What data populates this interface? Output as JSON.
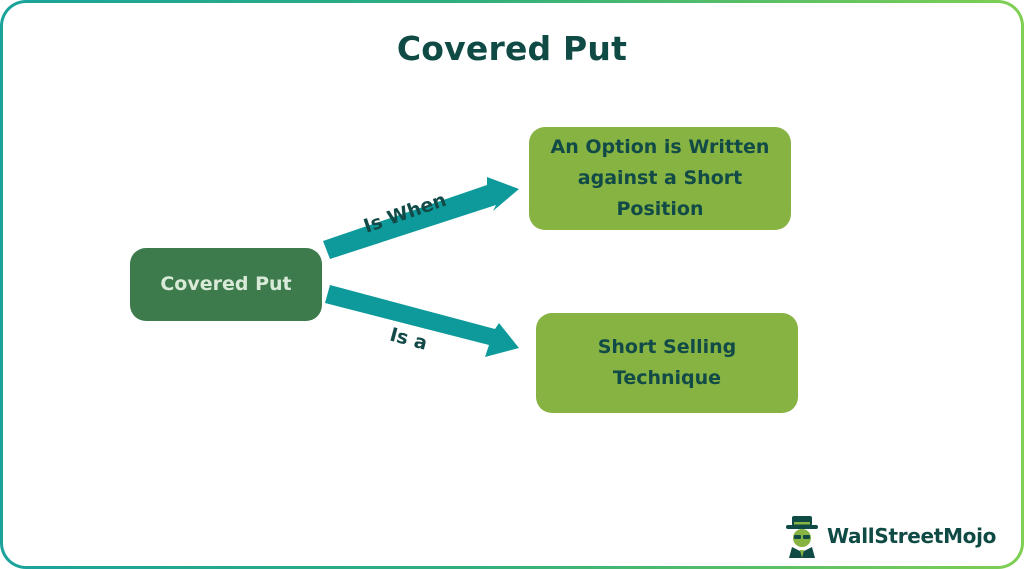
{
  "title": "Covered Put",
  "nodes": {
    "main": "Covered Put",
    "top": "An Option is Written against a Short Position",
    "bottom": "Short Selling Technique"
  },
  "edges": {
    "upper_label": "Is When",
    "lower_label": "Is a"
  },
  "logo": {
    "text": "WallStreetMojo",
    "icon": "mascot-icon"
  },
  "colors": {
    "arrow": "#0e9a9a",
    "main_box": "#3d7a4c",
    "target_box": "#86b342",
    "title": "#0f4a45"
  }
}
